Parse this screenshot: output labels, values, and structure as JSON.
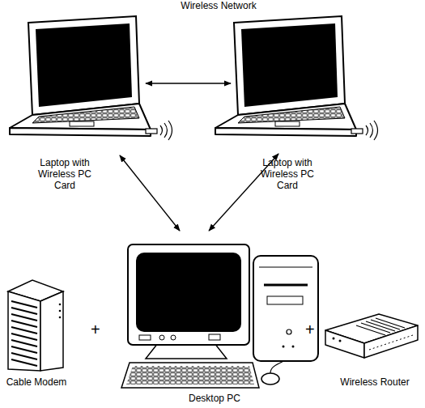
{
  "diagram": {
    "title": "Wireless Network",
    "nodes": [
      {
        "text": [
          "Laptop with Wireless PC Card"
        ]
      },
      {
        "text": [
          "Laptop with Wireless PC Card"
        ]
      },
      {
        "text": [
          "Cable Modem"
        ]
      },
      {
        "text": [
          "Desktop PC"
        ]
      },
      {
        "text": [
          "Wireless Router"
        ]
      }
    ],
    "edges": [
      {
        "from": 0,
        "to": 1,
        "arrow": "both"
      },
      {
        "from": 0,
        "to": 3,
        "arrow": "both"
      },
      {
        "from": 1,
        "to": 3,
        "arrow": "both"
      }
    ],
    "labels": [
      "+",
      "+"
    ]
  }
}
